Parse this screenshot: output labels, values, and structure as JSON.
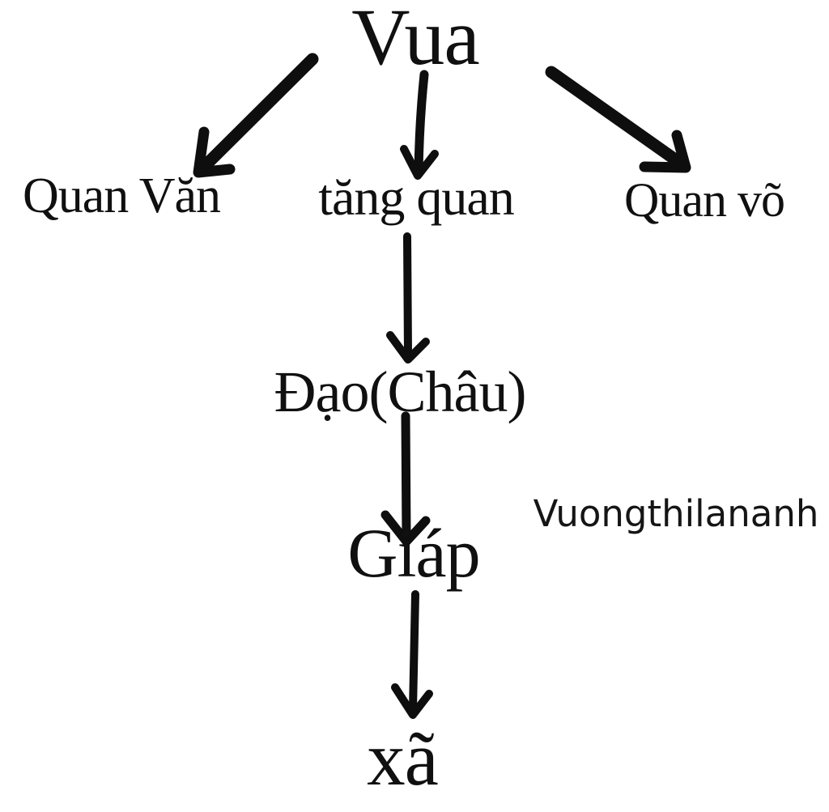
{
  "page": {
    "background_color": "#ffffff",
    "ink_color": "#0e0e0e"
  },
  "nodes": [
    {
      "id": "vua",
      "label": "Vua"
    },
    {
      "id": "quan-van",
      "label": "Quan Văn"
    },
    {
      "id": "tang-quan",
      "label": "tăng quan"
    },
    {
      "id": "quan-vo",
      "label": "Quan võ"
    },
    {
      "id": "dao-chau",
      "label": "Đạo(Châu)"
    },
    {
      "id": "giap",
      "label": "Giáp"
    },
    {
      "id": "xa",
      "label": "xã"
    }
  ],
  "edges": [
    {
      "from": "Vua",
      "to": "Quan Văn"
    },
    {
      "from": "Vua",
      "to": "tăng quan"
    },
    {
      "from": "Vua",
      "to": "Quan võ"
    },
    {
      "from": "tăng quan",
      "to": "Đạo(Châu)"
    },
    {
      "from": "Đạo(Châu)",
      "to": "Giáp"
    },
    {
      "from": "Giáp",
      "to": "xã"
    }
  ],
  "watermark": {
    "label": "Vuongthilananh"
  }
}
